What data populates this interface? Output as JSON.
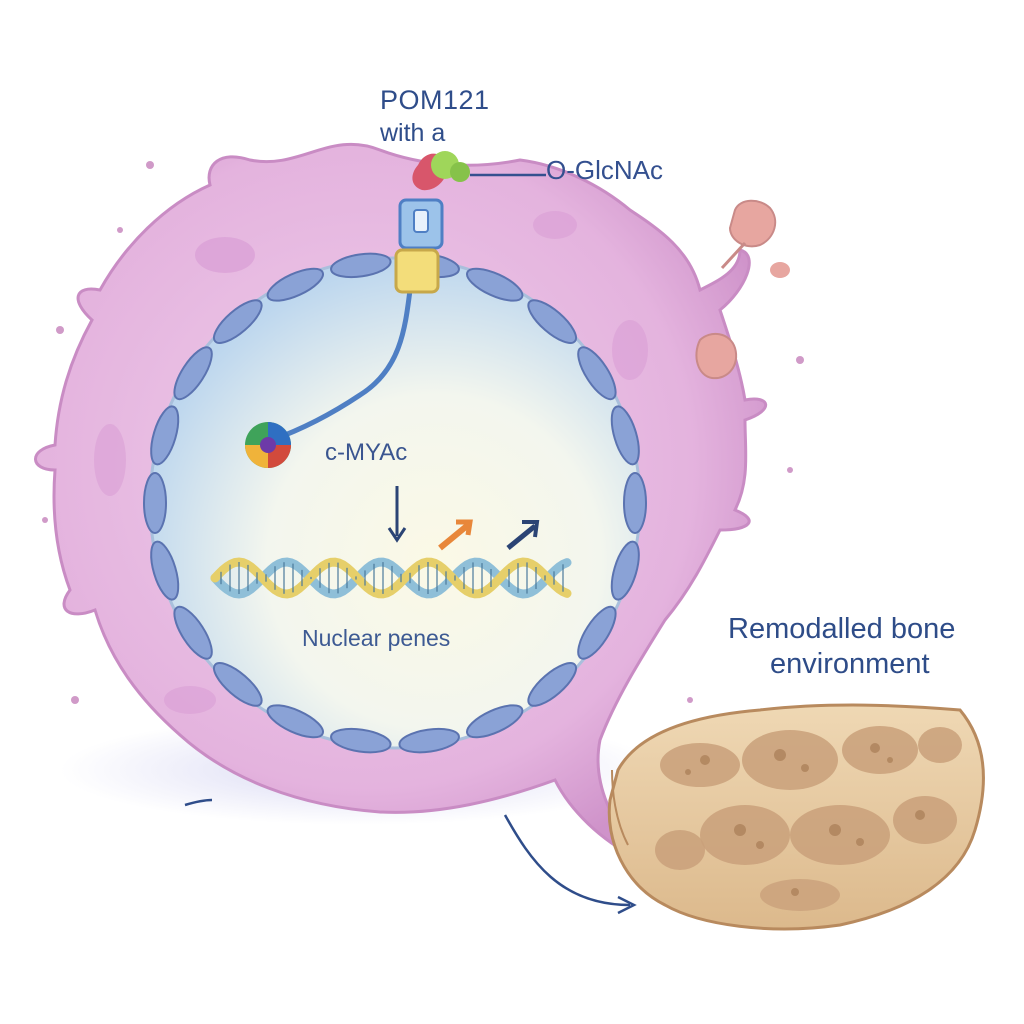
{
  "labels": {
    "pom121_line1": "POM121",
    "pom121_line2": "with a",
    "oglcnac": "O-GlcNAc",
    "cmyc": "c-MYAc",
    "nuclear_genes": "Nuclear penes",
    "bone_line1": "Remodalled bone",
    "bone_line2": "environment"
  },
  "colors": {
    "cytoplasm": "#e6b8e0",
    "cytoplasm_edge": "#c98cc4",
    "nucleus_center": "#fbf9e6",
    "nucleus_edge": "#cfe3f3",
    "envelope_segment": "#8aa2d6",
    "label_text": "#2f4d8a",
    "tether": "#4f7fc4",
    "pore_blue": "#9cc3ea",
    "pore_yellow": "#f3dd7a",
    "glycan_green": "#9fd65a",
    "glycan_red": "#d8566b",
    "arrow_orange": "#e8873a",
    "arrow_navy": "#2b4475",
    "bone_fill": "#e7c9a0",
    "bone_cavity": "#c9a07a"
  }
}
